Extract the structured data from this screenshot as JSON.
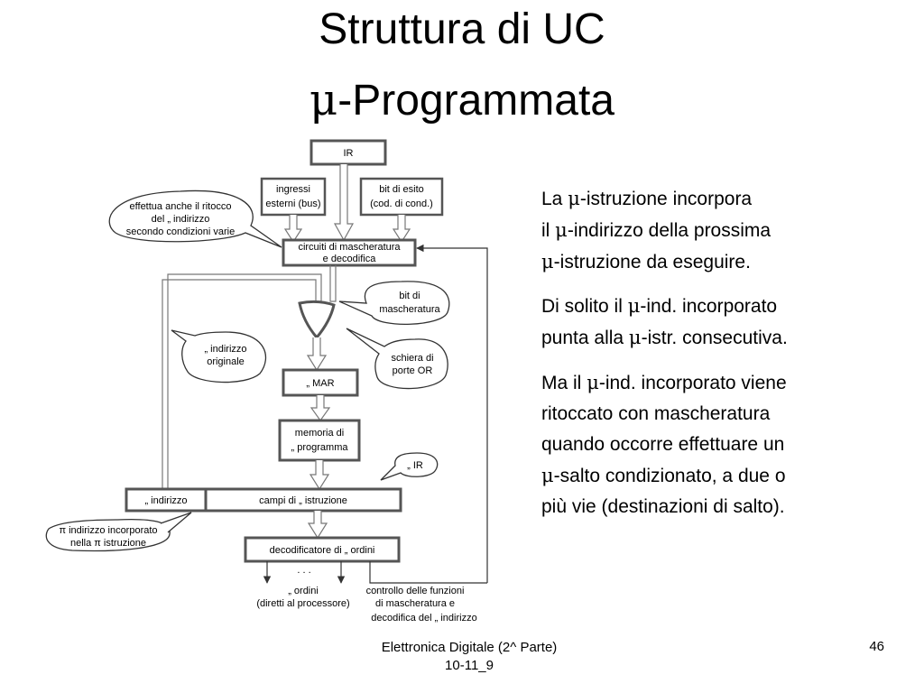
{
  "slide": {
    "title_line1": "Struttura di UC",
    "title_line2_mu": "μ",
    "title_line2_rest": "-Programmata",
    "footer_line1": "Elettronica Digitale (2^ Parte)",
    "footer_line2": "10-11_9",
    "page_number": "46"
  },
  "text": {
    "p1": [
      {
        "pre": "La ",
        "mu": "μ",
        "post": "-istruzione incorpora"
      },
      {
        "pre": "il ",
        "mu": "μ",
        "post": "-indirizzo della prossima"
      },
      {
        "pre": "",
        "mu": "μ",
        "post": "-istruzione da eseguire."
      }
    ],
    "p2": [
      {
        "pre": "Di solito il ",
        "mu": "μ",
        "post": "-ind. incorporato"
      },
      {
        "pre": "punta alla ",
        "mu": "μ",
        "post": "-istr. consecutiva."
      }
    ],
    "p3": [
      {
        "pre": "Ma il ",
        "mu": "μ",
        "post": "-ind. incorporato viene"
      },
      {
        "pre": "ritoccato con mascheratura",
        "mu": "",
        "post": ""
      },
      {
        "pre": "quando occorre effettuare un",
        "mu": "",
        "post": ""
      },
      {
        "pre": "",
        "mu": "μ",
        "post": "-salto condizionato, a due o"
      },
      {
        "pre": "più vie (destinazioni di salto).",
        "mu": "",
        "post": ""
      }
    ]
  },
  "diagram": {
    "ir": "IR",
    "ingressi_1": "ingressi",
    "ingressi_2": "esterni (bus)",
    "esito_1": "bit di esito",
    "esito_2": "(cod. di cond.)",
    "circuiti_1": "circuiti di mascheratura",
    "circuiti_2": "e decodifica",
    "effettua_1": "effettua anche il ritocco",
    "effettua_2": "del „ indirizzo",
    "effettua_3": "secondo condizioni varie",
    "bitmasch_1": "bit di",
    "bitmasch_2": "mascheratura",
    "indorig_1": "„ indirizzo",
    "indorig_2": "originale",
    "schiera_1": "schiera di",
    "schiera_2": "porte OR",
    "mar": "„ MAR",
    "memoria_1": "memoria di",
    "memoria_2": "„ programma",
    "ir_callout": "„ IR",
    "indirizzo": "„ indirizzo",
    "campi": "campi di „ istruzione",
    "incorp_1": "π indirizzo incorporato",
    "incorp_2": "nella π istruzione",
    "decod": "decodificatore di „ ordini",
    "dots": ". . .",
    "ordini_1": "„ ordini",
    "ordini_2": "(diretti al processore)",
    "controllo_1": "controllo delle funzioni",
    "controllo_2": "di mascheratura e",
    "controllo_3": "decodifica del „  indirizzo"
  }
}
